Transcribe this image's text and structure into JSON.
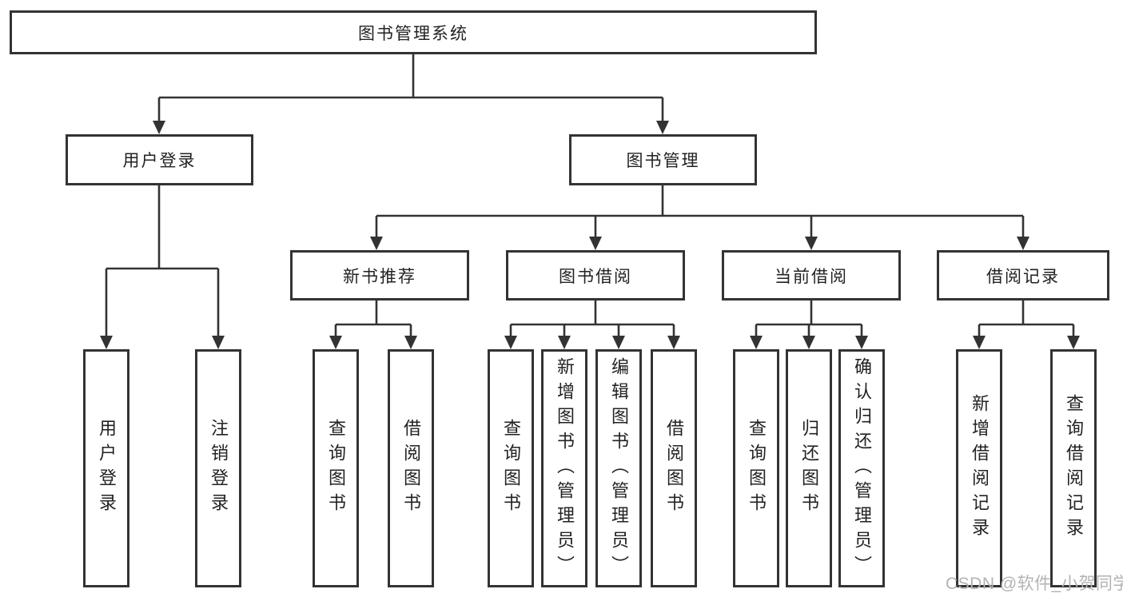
{
  "diagram_type": "tree-structure-diagram",
  "colors": {
    "line": "#333333",
    "box_border": "#333333",
    "text": "#222222",
    "watermark": "#b3b3b3",
    "background": "#ffffff"
  },
  "watermark": "CSDN @软件_小贺同学",
  "nodes": {
    "root": {
      "label": "图书管理系统"
    },
    "user_login": {
      "label": "用户登录"
    },
    "book_mgmt": {
      "label": "图书管理"
    },
    "new_book_rec": {
      "label": "新书推荐"
    },
    "book_borrow": {
      "label": "图书借阅"
    },
    "current_borrow": {
      "label": "当前借阅"
    },
    "borrow_records": {
      "label": "借阅记录"
    },
    "leaf_user_login": {
      "label": "用户登录"
    },
    "leaf_logout": {
      "label": "注销登录"
    },
    "leaf_query_book_rec": {
      "label": "查询图书"
    },
    "leaf_borrow_book_rec": {
      "label": "借阅图书"
    },
    "leaf_query_book_borrow": {
      "label": "查询图书"
    },
    "leaf_add_book": {
      "label": "新增图书（管理员）"
    },
    "leaf_edit_book": {
      "label": "编辑图书（管理员）"
    },
    "leaf_borrow_book_borrow": {
      "label": "借阅图书"
    },
    "leaf_query_book_current": {
      "label": "查询图书"
    },
    "leaf_return_book": {
      "label": "归还图书"
    },
    "leaf_confirm_return": {
      "label": "确认归还（管理员）"
    },
    "leaf_add_record": {
      "label": "新增借阅记录"
    },
    "leaf_query_record": {
      "label": "查询借阅记录"
    }
  }
}
